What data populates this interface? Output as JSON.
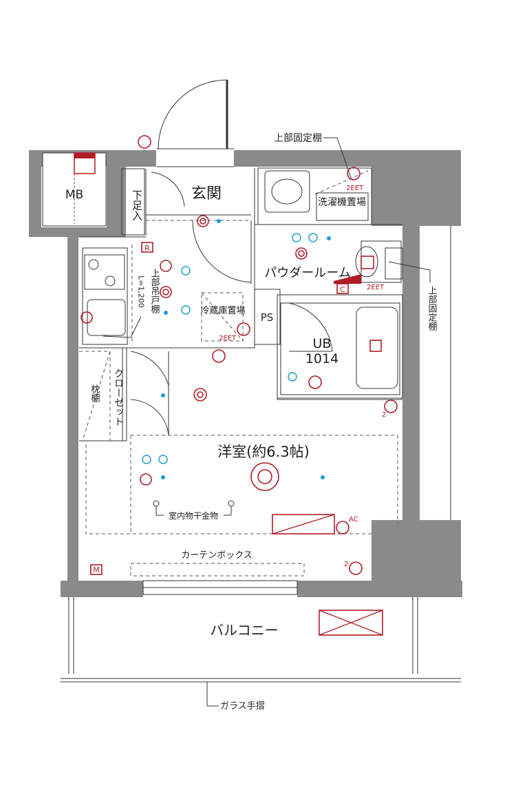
{
  "labels": {
    "mb": "MB",
    "entrance": "玄関",
    "shoe_box": "下足入",
    "upper_fixed_shelf_top": "上部固定棚",
    "upper_fixed_shelf_right": "上部固定棚",
    "washer_area": "洗濯機置場",
    "powder_room": "パウダールーム",
    "upper_cabinet": "上部吊戸棚",
    "upper_cabinet_length": "L=1,200",
    "fridge_area": "冷蔵庫置場",
    "ps": "PS",
    "ub": "UB",
    "ub_size": "1014",
    "closet": "クローゼット",
    "pillow_shelf": "枕棚",
    "western_room": "洋室(約6.3帖)",
    "drying_hardware": "室内物干金物",
    "curtain_box": "カーテンボックス",
    "balcony": "バルコニー",
    "glass_rail": "ガラス手摺",
    "outlet_2eet_1": "2EET",
    "outlet_2eet_2": "2EET",
    "outlet_2eet_3": "2EET",
    "c_mark": "C",
    "r_mark": "R",
    "m_mark": "M",
    "ac_mark": "AC",
    "count_2a": "2",
    "count_2b": "2"
  },
  "colors": {
    "wall": "#8a8a8a",
    "fixture_red": "#b01c26",
    "light_blue": "#1f9ad6",
    "line": "#333333"
  }
}
